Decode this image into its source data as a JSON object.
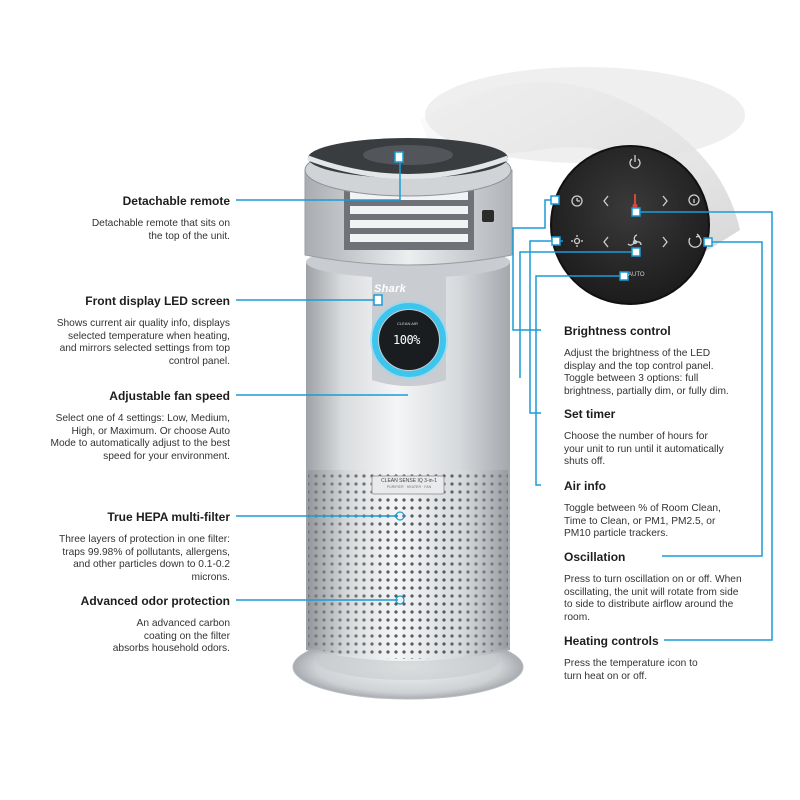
{
  "product": {
    "brand": "Shark",
    "display_reading": "100%",
    "display_header": "CLEAN AIR",
    "label_line1": "CLEAN SENSE IQ 3-in-1",
    "label_line2": "PURIFIER · HEATER · FAN"
  },
  "control_panel": {
    "auto_label": "AUTO",
    "icons": [
      "power-icon",
      "timer-icon",
      "chevron-left-icon",
      "thermometer-icon",
      "chevron-right-icon",
      "info-icon",
      "brightness-icon",
      "fan-icon",
      "oscillation-icon"
    ]
  },
  "features_left": [
    {
      "title": "Detachable remote",
      "text": "Detachable remote that sits on the top of the unit."
    },
    {
      "title": "Front display LED screen",
      "text": "Shows current air quality info, displays selected temperature when heating, and mirrors selected settings from top control panel."
    },
    {
      "title": "Adjustable fan speed",
      "text": "Select one of 4 settings: Low, Medium, High, or Maximum. Or choose Auto Mode to automatically adjust to the best speed for your environment."
    },
    {
      "title": "True HEPA multi-filter",
      "text": "Three layers of protection in one filter: traps 99.98% of pollutants, allergens, and other particles down to 0.1-0.2 microns."
    },
    {
      "title": "Advanced odor protection",
      "text": "An advanced carbon coating on the filter absorbs household odors."
    }
  ],
  "features_right": [
    {
      "title": "Brightness control",
      "text": "Adjust the brightness of the LED display and the top control panel. Toggle between 3 options: full brightness, partially dim, or fully dim."
    },
    {
      "title": "Set timer",
      "text": "Choose the number of hours for your unit to run until it automatically shuts off."
    },
    {
      "title": "Air info",
      "text": "Toggle between % of Room Clean, Time to Clean, or PM1, PM2.5, or PM10 particle trackers."
    },
    {
      "title": "Oscillation",
      "text": "Press to turn oscillation on or off. When oscillating, the unit will rotate from side to side to distribute airflow around the room."
    },
    {
      "title": "Heating controls",
      "text": "Press the temperature icon to turn heat on or off."
    }
  ],
  "colors": {
    "callout": "#1a9bd7",
    "led_glow": "#2ec4f0",
    "panel": "#2b2b2b"
  }
}
